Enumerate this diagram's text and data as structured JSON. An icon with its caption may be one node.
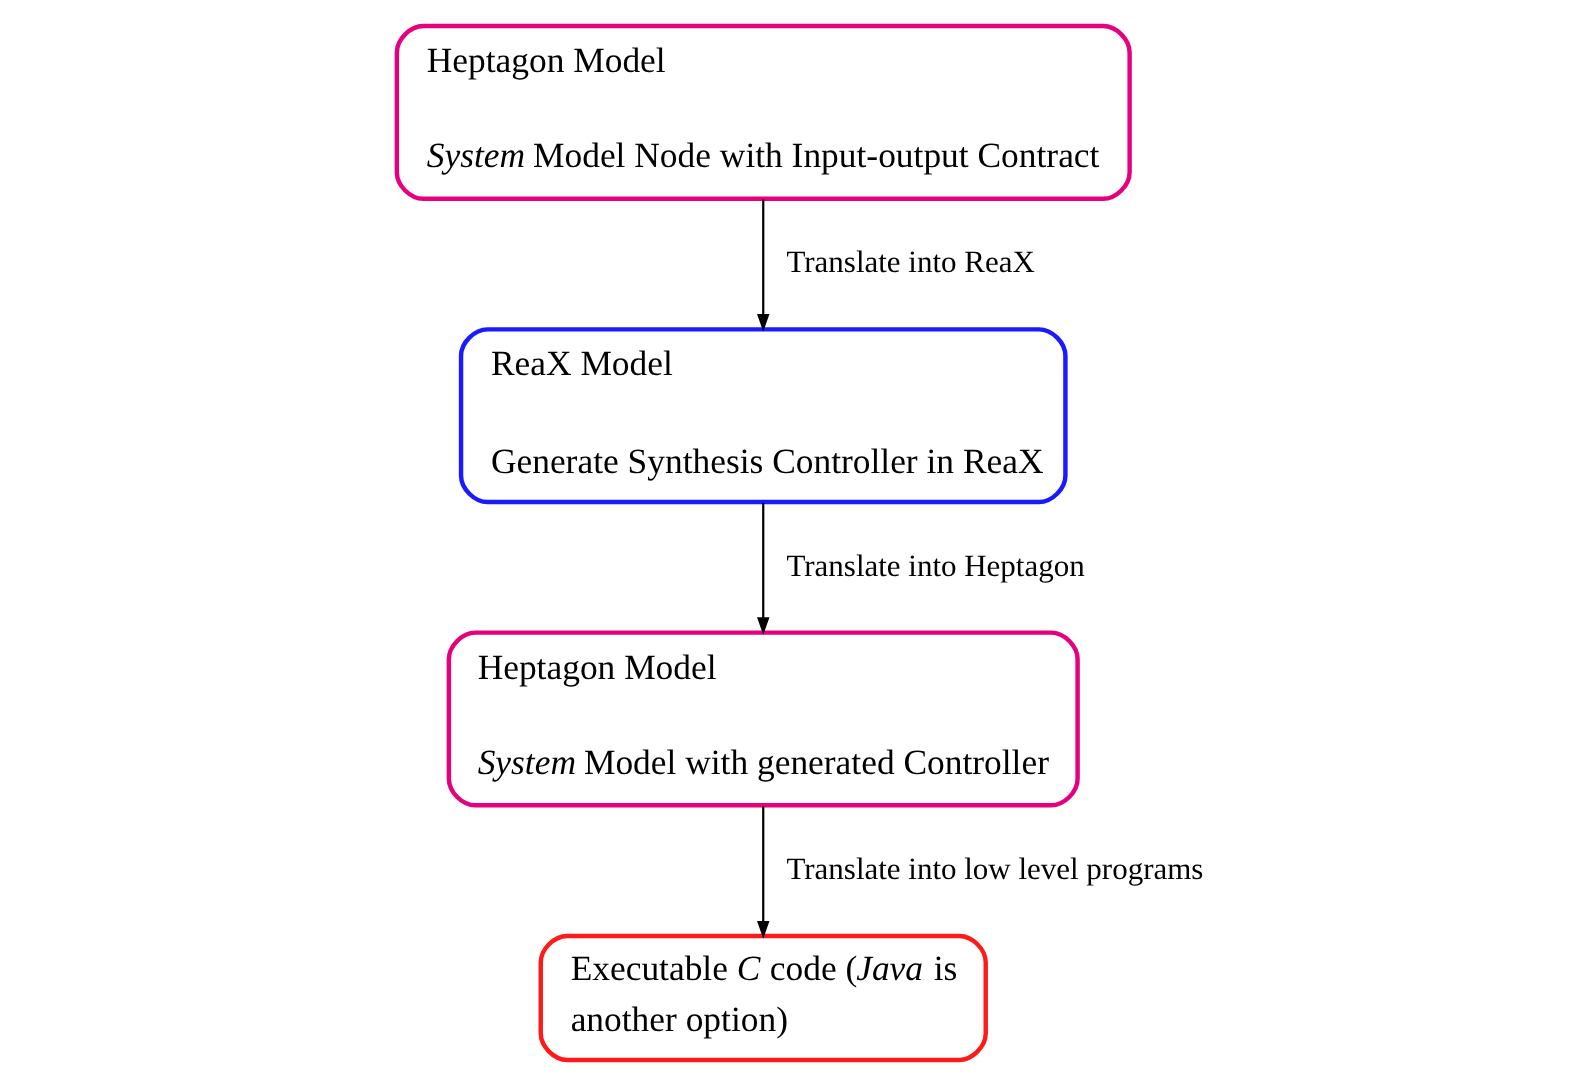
{
  "diagram": {
    "nodes": [
      {
        "text": [
          "Heptagon Model",
          "*System* Model Node with Input-output Contract"
        ]
      },
      {
        "text": [
          "ReaX Model",
          "Generate Synthesis Controller in ReaX"
        ]
      },
      {
        "text": [
          "Heptagon Model",
          "*System* Model with generated Controller"
        ]
      },
      {
        "text": [
          "Executable *C* code (*Java* is another option)"
        ]
      }
    ],
    "edges": [
      {
        "from": 0,
        "to": 1,
        "arrow": "to",
        "label": "Translate into ReaX"
      },
      {
        "from": 1,
        "to": 2,
        "arrow": "to",
        "label": "Translate into Heptagon"
      },
      {
        "from": 2,
        "to": 3,
        "arrow": "to",
        "label": "Translate into low level programs"
      }
    ]
  }
}
